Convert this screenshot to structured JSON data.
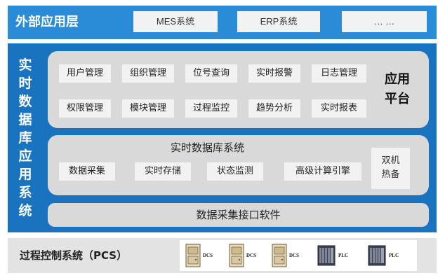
{
  "external_layer": {
    "title": "外部应用层",
    "items": [
      "MES系统",
      "ERP系统",
      "… …"
    ]
  },
  "rtdb_app": {
    "title_chars": [
      "实",
      "时",
      "数",
      "据",
      "库",
      "应",
      "用",
      "系",
      "统"
    ]
  },
  "app_platform": {
    "label_lines": [
      "应用",
      "平台"
    ],
    "row1": [
      "用户管理",
      "组织管理",
      "位号查询",
      "实时报警",
      "日志管理"
    ],
    "row2": [
      "权限管理",
      "模块管理",
      "过程监控",
      "趋势分析",
      "实时报表"
    ]
  },
  "rtdb_system": {
    "title": "实时数据库系统",
    "modules": [
      "数据采集",
      "实时存储",
      "状态监测",
      "高级计算引擎"
    ],
    "dual_lines": [
      "双机",
      "热备"
    ]
  },
  "interface_software": {
    "label": "数据采集接口软件"
  },
  "pcs": {
    "title": "过程控制系统（PCS）",
    "devices": [
      {
        "type": "dcs-icon",
        "label": "DCS"
      },
      {
        "type": "dcs-icon",
        "label": "DCS"
      },
      {
        "type": "dcs-icon",
        "label": "DCS"
      },
      {
        "type": "plc-icon",
        "label": "PLC"
      },
      {
        "type": "plc-icon",
        "label": "PLC"
      }
    ]
  },
  "colors": {
    "top_band": "#2a8bd6",
    "main_band": "#1a73bf",
    "panel": "#d9d9d9",
    "cell": "#f2f2f2",
    "bottom_band": "#e3e3e3"
  }
}
